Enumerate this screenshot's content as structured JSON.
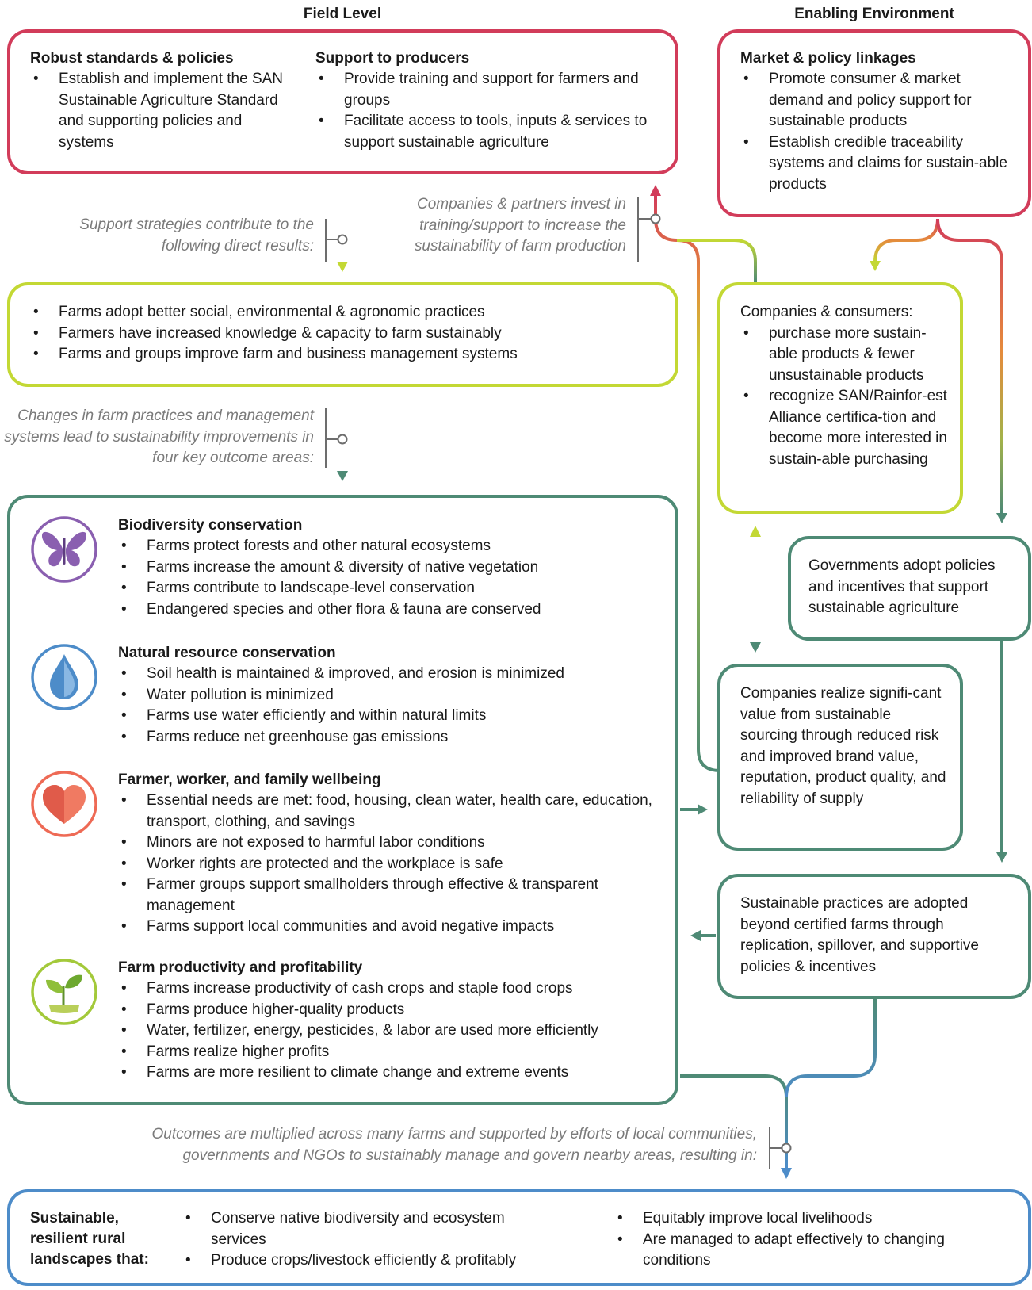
{
  "headers": {
    "field_level": "Field Level",
    "enabling_environment": "Enabling Environment"
  },
  "standards_box": {
    "title": "Robust standards & policies",
    "items": [
      "Establish and implement the SAN Sustainable Agriculture Standard and supporting policies and systems"
    ]
  },
  "support_box": {
    "title": "Support to producers",
    "items": [
      "Provide training and support for farmers and groups",
      "Facilitate access to tools, inputs & services to support sustainable agriculture"
    ]
  },
  "market_box": {
    "title": "Market & policy linkages",
    "items": [
      "Promote consumer & market demand and policy support for sustainable products",
      "Establish credible traceability systems and claims for sustain-able products"
    ]
  },
  "notes": {
    "support_strategies": "Support strategies contribute to the following direct results:",
    "companies_invest": "Companies & partners invest in training/support to increase the sustainability of farm production",
    "changes_practices": "Changes in farm practices and management systems lead to sustainability improvements in four key outcome areas:",
    "outcomes_multiplied": "Outcomes are multiplied across many farms and supported by efforts of local communities, governments and NGOs to sustainably manage and govern nearby areas, resulting in:"
  },
  "direct_results": {
    "items": [
      "Farms adopt better social, environmental & agronomic practices",
      "Farmers have increased knowledge & capacity to farm sustainably",
      "Farms and groups improve farm and business management systems"
    ]
  },
  "consumers_box": {
    "intro": "Companies & consumers:",
    "items": [
      "purchase more sustain-able products & fewer unsustainable products",
      "recognize SAN/Rainfor-est Alliance certifica-tion and become more interested in sustain-able purchasing"
    ]
  },
  "governments_box": {
    "text": "Governments adopt policies and incentives that support sustainable agriculture"
  },
  "companies_value_box": {
    "text": "Companies realize signifi-cant value from sustainable sourcing through reduced risk and improved brand value, reputation, product quality, and reliability of supply"
  },
  "sustainable_practices_box": {
    "text": "Sustainable practices are adopted beyond certified farms through replication, spillover, and supportive policies & incentives"
  },
  "outcomes": [
    {
      "icon": "butterfly-icon",
      "color": "#8a5fb0",
      "title": "Biodiversity conservation",
      "items": [
        "Farms protect forests and other natural ecosystems",
        "Farms increase the amount & diversity of native vegetation",
        "Farms contribute to landscape-level conservation",
        "Endangered species and other flora & fauna are conserved"
      ]
    },
    {
      "icon": "water-drop-icon",
      "color": "#4d8cc9",
      "title": "Natural resource conservation",
      "items": [
        "Soil health is maintained & improved, and erosion is minimized",
        "Water pollution is minimized",
        "Farms use water efficiently and within natural limits",
        "Farms reduce net greenhouse gas emissions"
      ]
    },
    {
      "icon": "heart-icon",
      "color": "#ee6a55",
      "title": "Farmer, worker, and family wellbeing",
      "items": [
        "Essential needs are met: food, housing, clean water, health care, education, transport, clothing, and savings",
        "Minors are not exposed to harmful labor conditions",
        "Worker rights are protected and the workplace is safe",
        "Farmer groups support smallholders through effective & transparent management",
        "Farms support local communities and avoid negative impacts"
      ]
    },
    {
      "icon": "seedling-icon",
      "color": "#a3c93a",
      "title": "Farm productivity and profitability",
      "items": [
        "Farms increase productivity of cash crops and staple food crops",
        "Farms produce higher-quality products",
        "Water, fertilizer, energy, pesticides, & labor are used more efficiently",
        "Farms realize higher profits",
        "Farms are more resilient to climate change and extreme events"
      ]
    }
  ],
  "landscape_box": {
    "label": "Sustainable, resilient rural landscapes that:",
    "items_left": [
      "Conserve native biodiversity and ecosystem services",
      "Produce crops/livestock efficiently & profitably"
    ],
    "items_right": [
      "Equitably improve local livelihoods",
      "Are managed to adapt effectively to changing conditions"
    ]
  },
  "colors": {
    "red": "#d23c5a",
    "lime": "#c3d834",
    "teal": "#4e8a75",
    "blue": "#4d8cc9",
    "orange": "#e58b3c",
    "note_grey": "#7a7a7a"
  }
}
